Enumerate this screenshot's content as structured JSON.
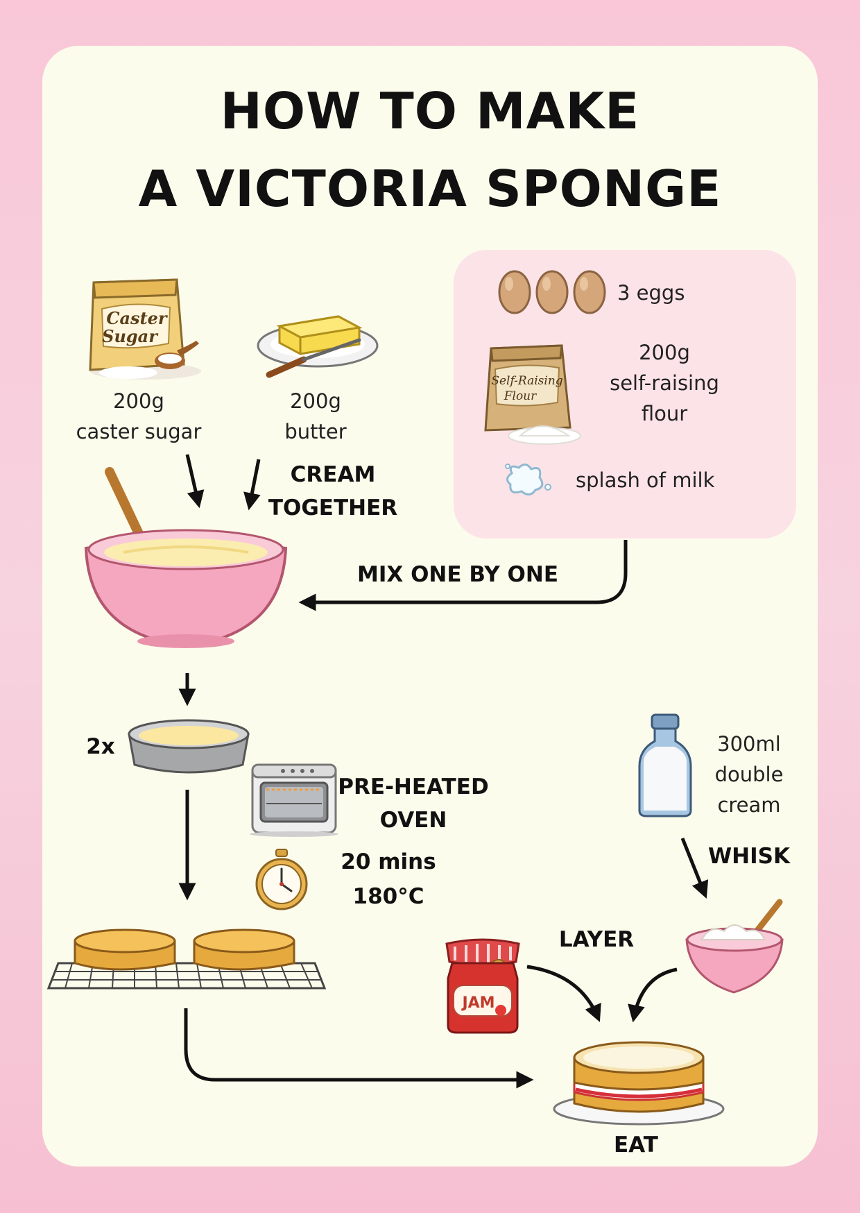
{
  "title": {
    "line1": "HOW TO MAKE",
    "line2": "A VICTORIA SPONGE"
  },
  "ingredients": {
    "sugar": {
      "amount": "200g",
      "name": "caster sugar",
      "pack_text_1": "Caster",
      "pack_text_2": "Sugar"
    },
    "butter": {
      "amount": "200g",
      "name": "butter"
    },
    "eggs": {
      "text": "3 eggs"
    },
    "flour": {
      "line1": "200g",
      "line2": "self-raising",
      "line3": "flour",
      "pack_text_1": "Self-Raising",
      "pack_text_2": "Flour"
    },
    "milk": {
      "text": "splash of milk"
    },
    "cream": {
      "line1": "300ml",
      "line2": "double",
      "line3": "cream"
    },
    "jam": {
      "label": "JAM"
    }
  },
  "steps": {
    "cream_together_1": "CREAM",
    "cream_together_2": "TOGETHER",
    "mix": "MIX ONE BY ONE",
    "tins": "2x",
    "oven_1": "PRE-HEATED",
    "oven_2": "OVEN",
    "time": "20 mins",
    "temp": "180°C",
    "whisk": "WHISK",
    "layer": "LAYER",
    "eat": "EAT"
  },
  "colors": {
    "background": "#f9c7d8",
    "card": "#fcfcec",
    "ingredient_box": "#fbe3e8",
    "text": "#111111",
    "bowl": "#f4a7bf"
  }
}
